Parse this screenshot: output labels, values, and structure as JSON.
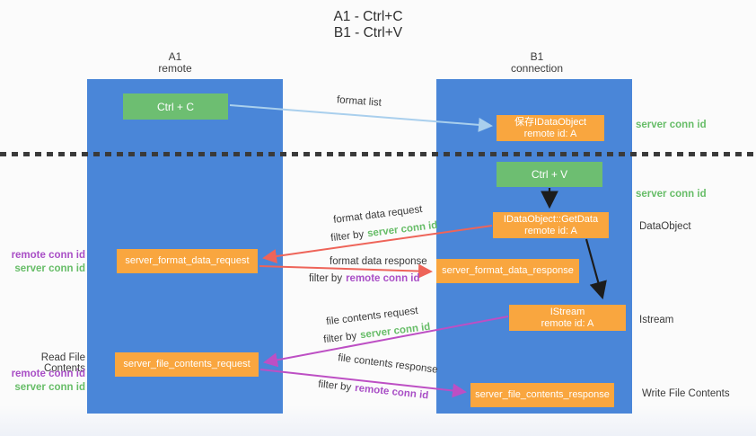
{
  "title": {
    "line1": "A1 - Ctrl+C",
    "line2": "B1 - Ctrl+V"
  },
  "lanes": {
    "left": {
      "name": "A1",
      "role": "remote"
    },
    "right": {
      "name": "B1",
      "role": "connection"
    }
  },
  "nodes": {
    "ctrl_c": {
      "label": "Ctrl + C"
    },
    "save_dataobject": {
      "line1": "保存IDataObject",
      "line2": "remote id: A"
    },
    "ctrl_v": {
      "label": "Ctrl + V"
    },
    "getdata": {
      "line1": "IDataObject::GetData",
      "line2": "remote id: A"
    },
    "format_request": {
      "label": "server_format_data_request"
    },
    "format_response": {
      "label": "server_format_data_response"
    },
    "istream": {
      "line1": "IStream",
      "line2": "remote id: A"
    },
    "file_request": {
      "label": "server_file_contents_request"
    },
    "file_response": {
      "label": "server_file_contents_response"
    }
  },
  "flow_labels": {
    "format_list": "format list",
    "format_data_request": "format data request",
    "format_data_response": "format data response",
    "file_contents_request": "file contents request",
    "file_contents_response": "file contents response",
    "filter_by": "filter by",
    "server_conn_id": "server conn id",
    "remote_conn_id": "remote conn id"
  },
  "side_labels": {
    "server_conn_id_top_right": "server conn id",
    "server_conn_id_mid_right": "server conn id",
    "dataobject": "DataObject",
    "istream": "Istream",
    "write_file_contents": "Write File Contents",
    "remote_conn_id_left_1": "remote conn id",
    "server_conn_id_left_1": "server conn id",
    "read_file_contents": "Read File Contents",
    "remote_conn_id_left_2": "remote conn id",
    "server_conn_id_left_2": "server conn id"
  },
  "colors": {
    "lane_blue": "#4a86d8",
    "box_green": "#6dbe71",
    "box_orange": "#f9a63f",
    "text_green": "#67bd68",
    "text_purple": "#a94fc6",
    "arrow_red": "#ee6459",
    "arrow_magenta": "#bd4fc4",
    "arrow_lightblue": "#a9cfed",
    "arrow_black": "#1c1c1c",
    "divider_dark": "#3a3a3a"
  }
}
